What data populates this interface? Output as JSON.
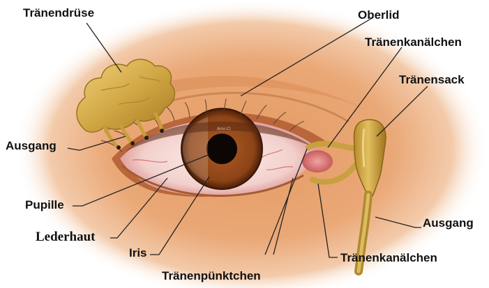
{
  "watermark": "Ami-Cl",
  "labels": {
    "traenendruese": "Tränendrüse",
    "oberlid": "Oberlid",
    "traenenkanaelchen_top": "Tränenkanälchen",
    "traenensack": "Tränensack",
    "ausgang_left": "Ausgang",
    "pupille": "Pupille",
    "lederhaut": "Lederhaut",
    "iris": "Iris",
    "traenenpuenktchen": "Tränenpünktchen",
    "traenenkanaelchen_bottom": "Tränenkanälchen",
    "ausgang_right": "Ausgang"
  },
  "colors": {
    "skin": "#e9a36d",
    "sclera": "#f6dfdc",
    "iris": "#8a3f14",
    "pupil": "#100806",
    "gland": "#d4ab4a",
    "leader_line": "#222222"
  }
}
